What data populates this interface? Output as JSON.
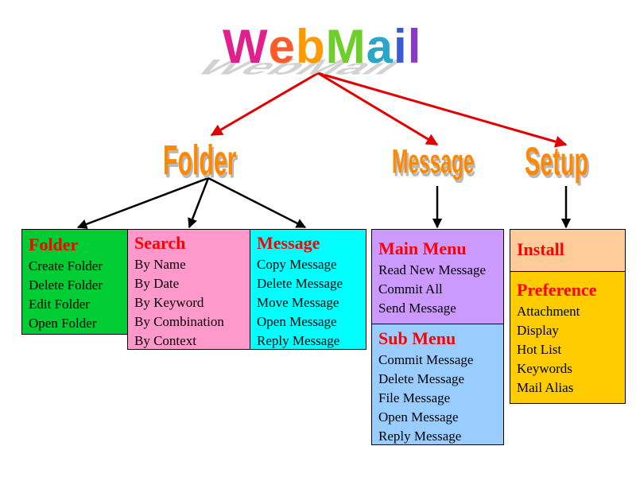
{
  "title": {
    "text": "WebMail",
    "letters": [
      {
        "ch": "W",
        "color": "#e0208c"
      },
      {
        "ch": "e",
        "color": "#ff5a2a"
      },
      {
        "ch": "b",
        "color": "#ff9900"
      },
      {
        "ch": "M",
        "color": "#6fcf2a"
      },
      {
        "ch": "a",
        "color": "#2aa6c8"
      },
      {
        "ch": "i",
        "color": "#3a5ad8"
      },
      {
        "ch": "l",
        "color": "#8a3ac8"
      }
    ]
  },
  "sections": {
    "folder": "Folder",
    "message": "Message",
    "setup": "Setup"
  },
  "colors": {
    "wordart": "#ff8800",
    "title_arrow": "#e00000",
    "arrow": "#000000",
    "folder_box": "#00cc33",
    "search_box": "#ff99cc",
    "message_box": "#00ffff",
    "main_menu_box": "#cc99ff",
    "sub_menu_box": "#99ccff",
    "install_box": "#ffcc99",
    "preference_box": "#ffcc00",
    "heading_text": "#ff0000"
  },
  "boxes": {
    "folder": {
      "heading": "Folder",
      "items": [
        "Create Folder",
        "Delete Folder",
        "Edit Folder",
        "Open Folder"
      ]
    },
    "search": {
      "heading": "Search",
      "items": [
        "By Name",
        "By Date",
        "By Keyword",
        "By Combination",
        "By Context"
      ]
    },
    "message": {
      "heading": "Message",
      "items": [
        "Copy Message",
        "Delete Message",
        "Move Message",
        "Open Message",
        "Reply Message"
      ]
    },
    "main_menu": {
      "heading": "Main Menu",
      "items": [
        "Read New Message",
        "Commit All",
        "Send Message"
      ]
    },
    "sub_menu": {
      "heading": "Sub Menu",
      "items": [
        "Commit Message",
        "Delete Message",
        "File Message",
        "Open Message",
        "Reply Message"
      ]
    },
    "install": {
      "heading": "Install"
    },
    "preference": {
      "heading": "Preference",
      "items": [
        "Attachment",
        "Display",
        "Hot List",
        "Keywords",
        "Mail Alias"
      ]
    }
  }
}
